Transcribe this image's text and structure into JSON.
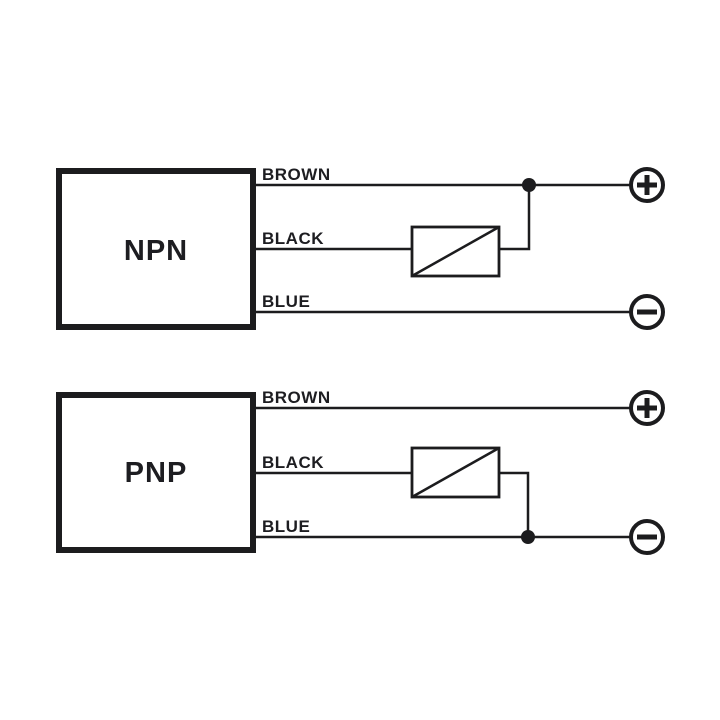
{
  "diagram": {
    "background_color": "#ffffff",
    "line_color": "#1c1c1e",
    "circuits": [
      {
        "box_label": "NPN",
        "wires": [
          {
            "label": "BROWN"
          },
          {
            "label": "BLACK"
          },
          {
            "label": "BLUE"
          }
        ],
        "terminals": [
          {
            "symbol": "+",
            "polarity": "positive"
          },
          {
            "symbol": "−",
            "polarity": "negative"
          }
        ]
      },
      {
        "box_label": "PNP",
        "wires": [
          {
            "label": "BROWN"
          },
          {
            "label": "BLACK"
          },
          {
            "label": "BLUE"
          }
        ],
        "terminals": [
          {
            "symbol": "+",
            "polarity": "positive"
          },
          {
            "symbol": "−",
            "polarity": "negative"
          }
        ]
      }
    ]
  }
}
